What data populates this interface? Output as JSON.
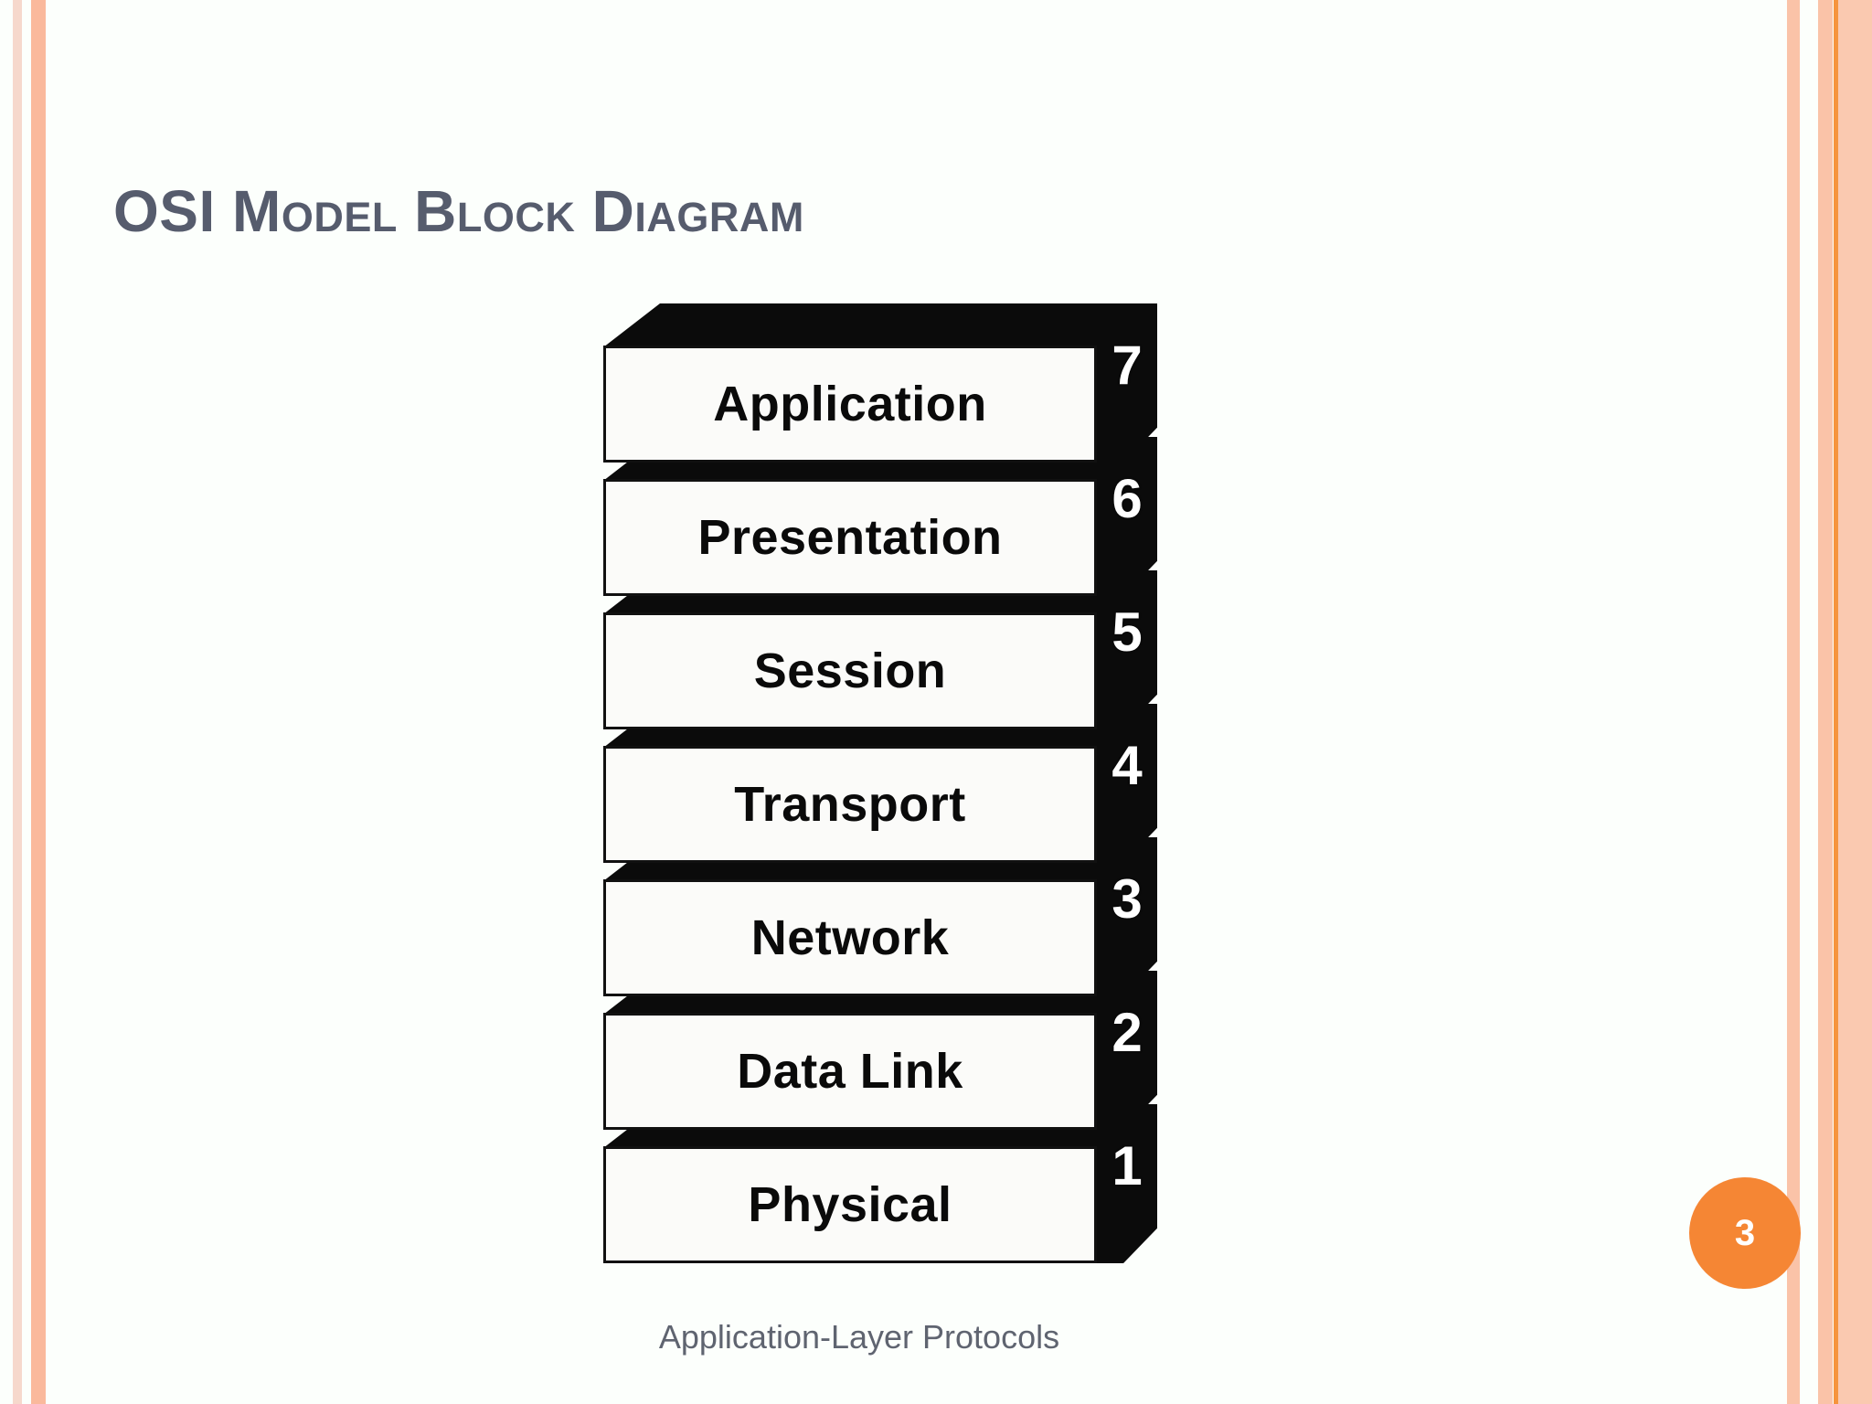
{
  "slide": {
    "title": "OSI Model Block Diagram",
    "caption": "Application-Layer Protocols",
    "page_number": "3",
    "background_color": "#fcfffc",
    "title_color": "#565c6d",
    "badge_color": "#f58634",
    "stripe_colors": {
      "left_inner": "#f6d8cc",
      "left_outer": "#fab99c",
      "right_band_1": "#fac3a8",
      "right_band_2": "#fac3a8",
      "right_accent_line": "#f6943d",
      "right_band_3": "#fac9b0"
    }
  },
  "chart_data": {
    "type": "diagram",
    "title": "OSI Model Block Diagram",
    "subtitle": "Application-Layer Protocols",
    "orientation": "vertical-stack-top-to-bottom",
    "layers": [
      {
        "number": "7",
        "name": "Application"
      },
      {
        "number": "6",
        "name": "Presentation"
      },
      {
        "number": "5",
        "name": "Session"
      },
      {
        "number": "4",
        "name": "Transport"
      },
      {
        "number": "3",
        "name": "Network"
      },
      {
        "number": "2",
        "name": "Data Link"
      },
      {
        "number": "1",
        "name": "Physical"
      }
    ],
    "style": {
      "block_fill": "#fbfbf9",
      "block_border": "#111111",
      "block_text": "#0a0a0a",
      "extrusion_fill": "#0b0b0b",
      "number_text": "#ffffff"
    }
  }
}
